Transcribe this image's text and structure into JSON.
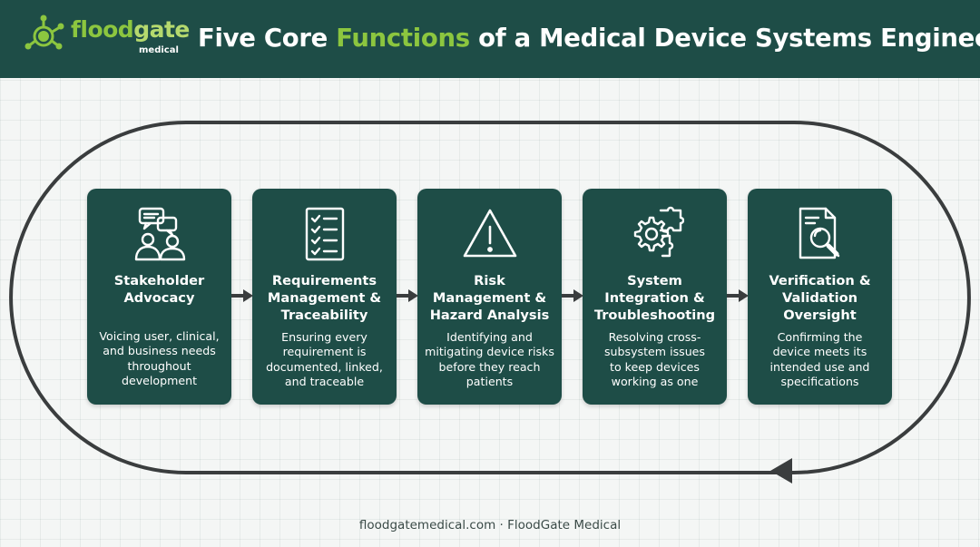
{
  "header": {
    "logo": {
      "word_part1": "flood",
      "word_part2": "gate",
      "sub": "medical"
    },
    "title_part1": "Five Core ",
    "title_accent": "Functions",
    "title_part2": " of a Medical Device Systems Engineer"
  },
  "colors": {
    "header_bg": "#1e4d47",
    "card_bg": "#1e4d47",
    "accent_green": "#8cc63f",
    "loop_stroke": "#3a3d3e"
  },
  "cards": [
    {
      "icon": "stakeholder-chat-icon",
      "title_lines": [
        "Stakeholder",
        "Advocacy"
      ],
      "desc_lines": [
        "Voicing user, clinical,",
        "and business needs",
        "throughout",
        "development"
      ]
    },
    {
      "icon": "checklist-icon",
      "title_lines": [
        "Requirements",
        "Management &",
        "Traceability"
      ],
      "desc_lines": [
        "Ensuring every",
        "requirement is",
        "documented, linked,",
        "and traceable"
      ]
    },
    {
      "icon": "warning-triangle-icon",
      "title_lines": [
        "Risk",
        "Management &",
        "Hazard Analysis"
      ],
      "desc_lines": [
        "Identifying and",
        "mitigating device risks",
        "before they reach",
        "patients"
      ]
    },
    {
      "icon": "gear-puzzle-icon",
      "title_lines": [
        "System",
        "Integration &",
        "Troubleshooting"
      ],
      "desc_lines": [
        "Resolving cross-",
        "subsystem issues",
        "to keep devices",
        "working as one"
      ]
    },
    {
      "icon": "document-magnifier-icon",
      "title_lines": [
        "Verification &",
        "Validation",
        "Oversight"
      ],
      "desc_lines": [
        "Confirming the",
        "device meets its",
        "intended use and",
        "specifications"
      ]
    }
  ],
  "footer": {
    "text": "floodgatemedical.com · FloodGate Medical"
  }
}
